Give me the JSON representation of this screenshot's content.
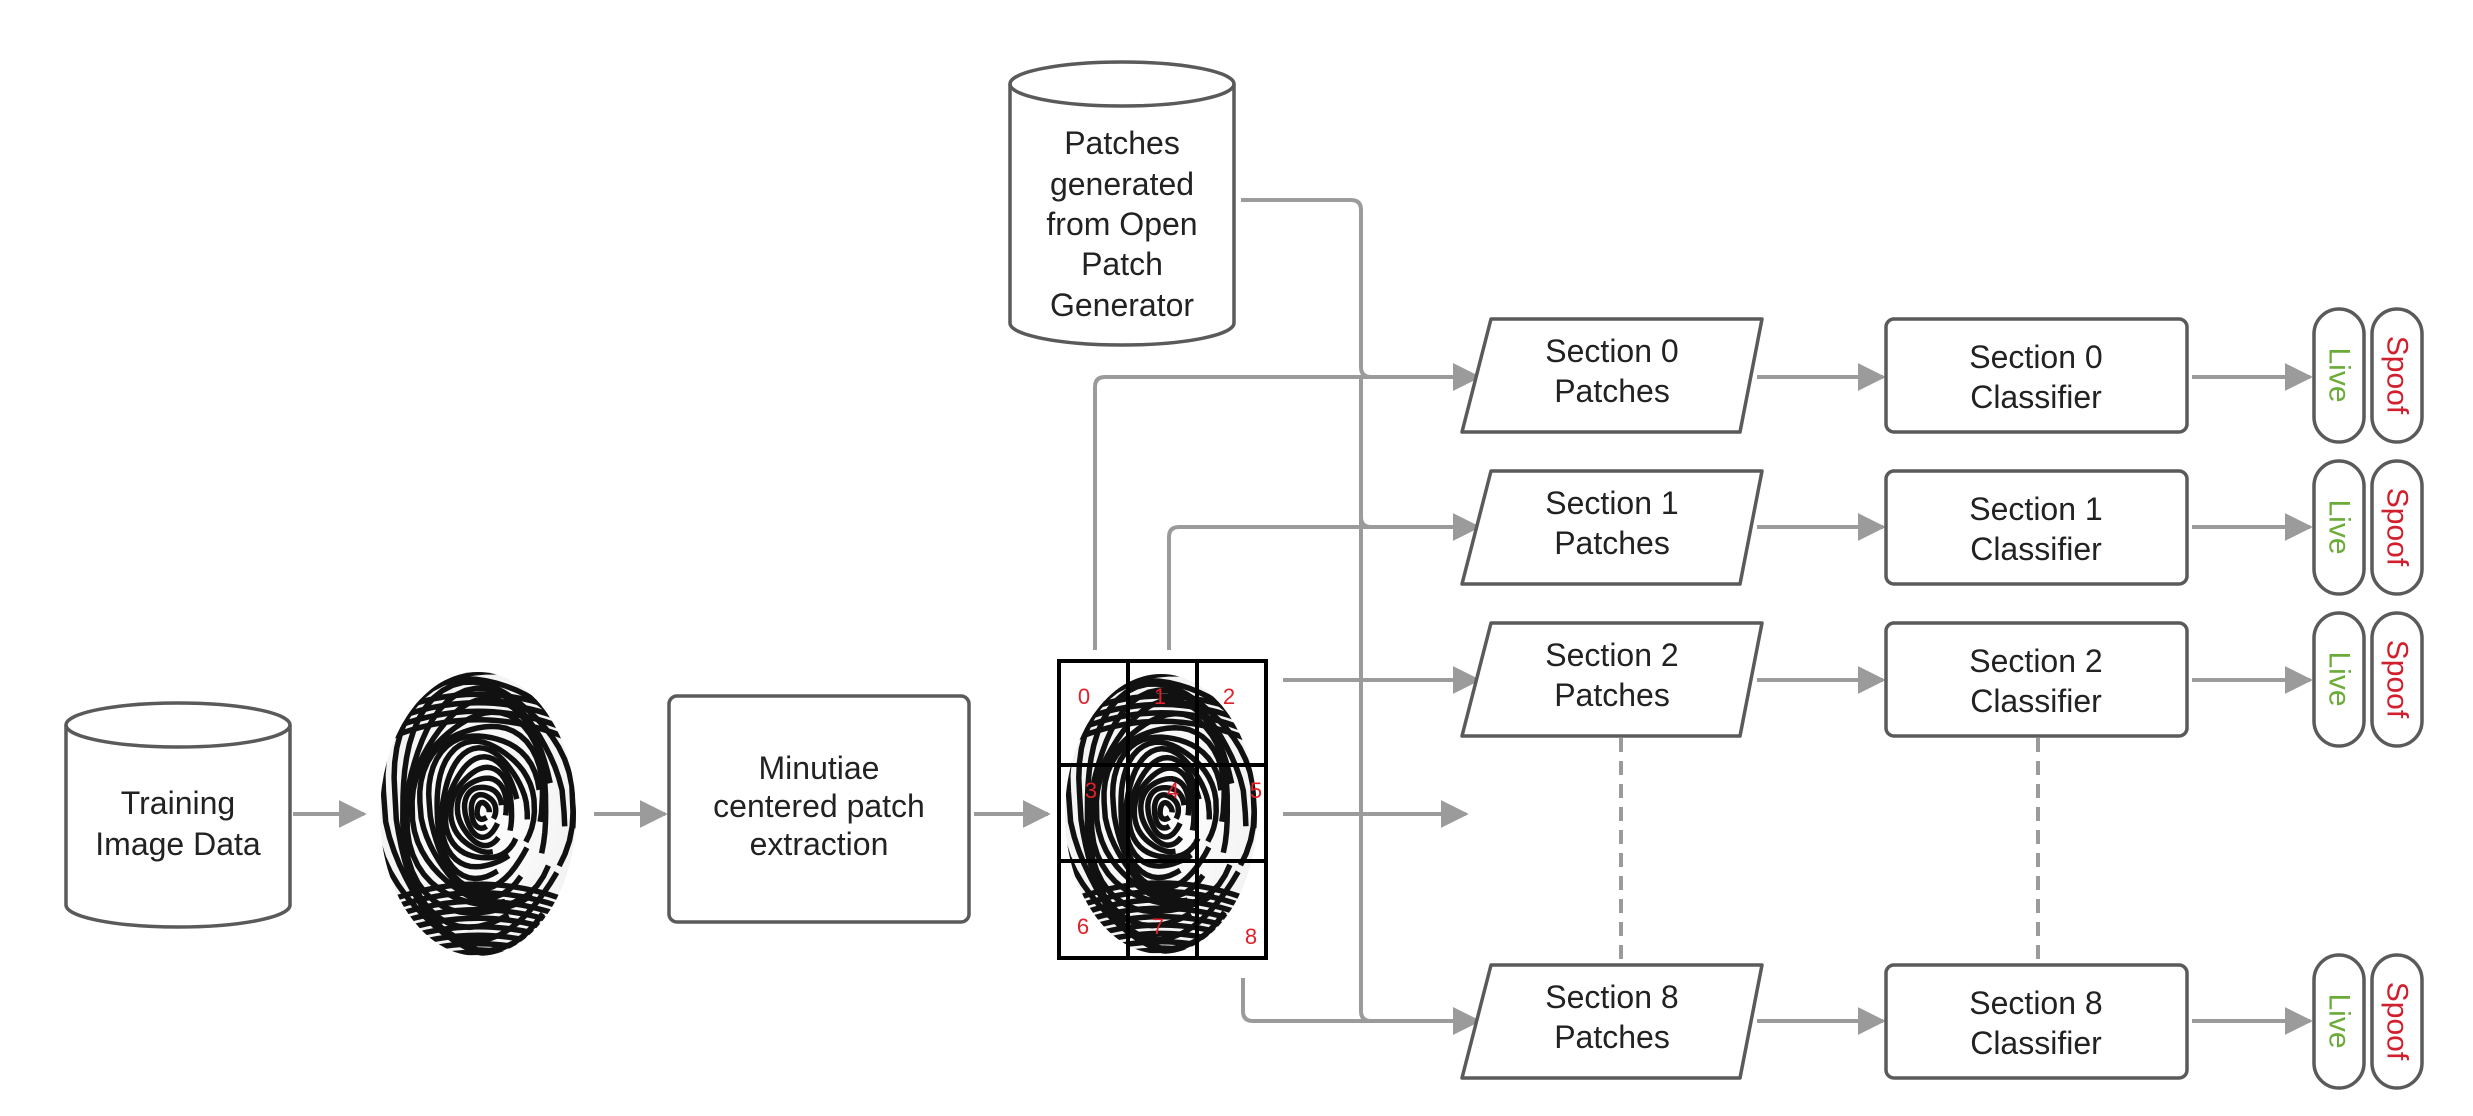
{
  "nodes": {
    "training_db": [
      "Training",
      "Image Data"
    ],
    "patches_db": [
      "Patches",
      "generated",
      "from Open",
      "Patch",
      "Generator"
    ],
    "minutiae": [
      "Minutiae",
      "centered patch",
      "extraction"
    ]
  },
  "grid_labels": [
    "0",
    "1",
    "2",
    "3",
    "4",
    "5",
    "6",
    "7",
    "8"
  ],
  "sections": [
    {
      "patches": [
        "Section 0",
        "Patches"
      ],
      "classifier": [
        "Section 0",
        "Classifier"
      ]
    },
    {
      "patches": [
        "Section 1",
        "Patches"
      ],
      "classifier": [
        "Section 1",
        "Classifier"
      ]
    },
    {
      "patches": [
        "Section 2",
        "Patches"
      ],
      "classifier": [
        "Section 2",
        "Classifier"
      ]
    },
    {
      "patches": [
        "Section 8",
        "Patches"
      ],
      "classifier": [
        "Section 8",
        "Classifier"
      ]
    }
  ],
  "outputs": {
    "live": "Live",
    "spoof": "Spoof"
  },
  "colors": {
    "stroke": "#5a5a5a",
    "arrow": "#9b9b9b",
    "text": "#222222",
    "live": "#6aab3a",
    "spoof": "#d0202e",
    "grid_label": "#e0202a",
    "fingerprint": "#111111"
  }
}
